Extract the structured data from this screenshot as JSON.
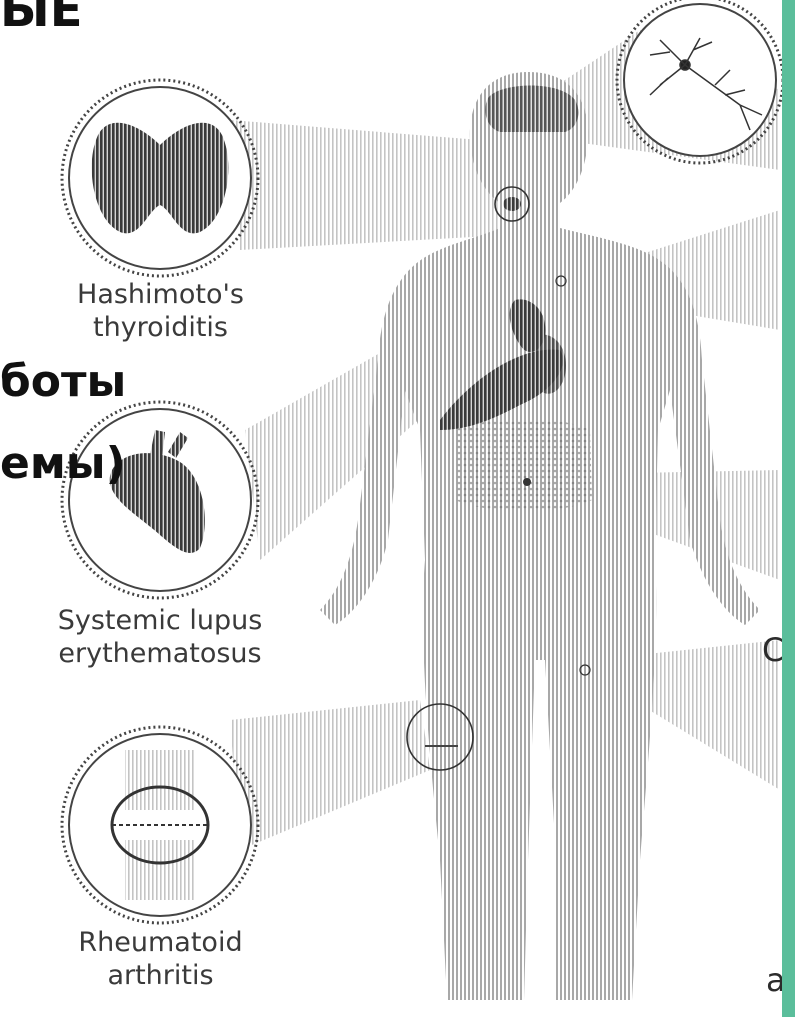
{
  "heading_fragments": {
    "top": "ЫЕ",
    "line1": "боты",
    "line2": "емы)"
  },
  "labels": {
    "hashimoto": [
      "Hashimoto's",
      "thyroiditis"
    ],
    "lupus": [
      "Systemic lupus",
      "erythematosus"
    ],
    "rheumatoid": [
      "Rheumatoid",
      "arthritis"
    ]
  },
  "right_edge_fragments": {
    "c": "C",
    "a": "a"
  },
  "colors": {
    "accent_rail": "#5bbe9b",
    "stripe": "#9a9a9a",
    "dark": "#2e2e2e"
  },
  "icons": {
    "thyroid": "thyroid-icon",
    "neuron": "neuron-icon",
    "heart": "heart-icon",
    "knee": "knee-joint-icon"
  }
}
